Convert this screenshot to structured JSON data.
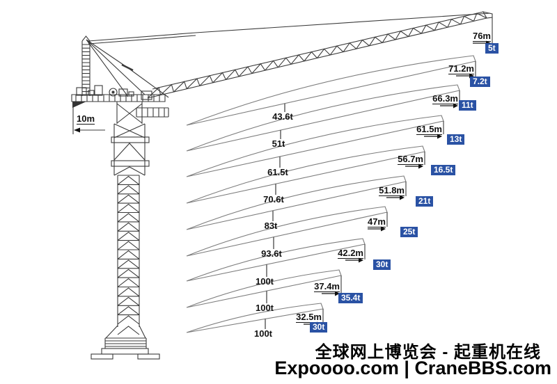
{
  "diagram": {
    "title_implicit": "Luffing jib tower crane load chart",
    "counter_radius_label": "10m",
    "badge_color": "#2a52a4",
    "line_color": "#7d7d7d",
    "crane_color": "#3a3a3a",
    "configurations": [
      {
        "radius": "76m",
        "tip_load": "5t",
        "max_load": null
      },
      {
        "radius": "71.2m",
        "tip_load": "7.2t",
        "max_load": "43.6t"
      },
      {
        "radius": "66.3m",
        "tip_load": "11t",
        "max_load": "51t"
      },
      {
        "radius": "61.5m",
        "tip_load": "13t",
        "max_load": "61.5t"
      },
      {
        "radius": "56.7m",
        "tip_load": "16.5t",
        "max_load": "70.6t"
      },
      {
        "radius": "51.8m",
        "tip_load": "21t",
        "max_load": "83t"
      },
      {
        "radius": "47m",
        "tip_load": "25t",
        "max_load": "93.6t"
      },
      {
        "radius": "42.2m",
        "tip_load": "30t",
        "max_load": "100t"
      },
      {
        "radius": "37.4m",
        "tip_load": "35.4t",
        "max_load": "100t"
      },
      {
        "radius": "32.5m",
        "tip_load": "30t",
        "max_load": "100t"
      }
    ]
  },
  "chart_data": {
    "type": "table",
    "title": "Crane working radius vs. load capacity",
    "columns": [
      "working_radius_m",
      "tip_load_t",
      "max_load_t"
    ],
    "rows": [
      [
        76,
        5,
        null
      ],
      [
        71.2,
        7.2,
        43.6
      ],
      [
        66.3,
        11,
        51
      ],
      [
        61.5,
        13,
        61.5
      ],
      [
        56.7,
        16.5,
        70.6
      ],
      [
        51.8,
        21,
        83
      ],
      [
        47,
        25,
        93.6
      ],
      [
        42.2,
        30,
        100
      ],
      [
        37.4,
        35.4,
        100
      ],
      [
        32.5,
        30,
        100
      ]
    ],
    "counter_jib_radius_m": 10
  },
  "footer": {
    "line1": "全球网上博览会 - 起重机在线",
    "line2": "Expoooo.com | CraneBBS.com"
  }
}
